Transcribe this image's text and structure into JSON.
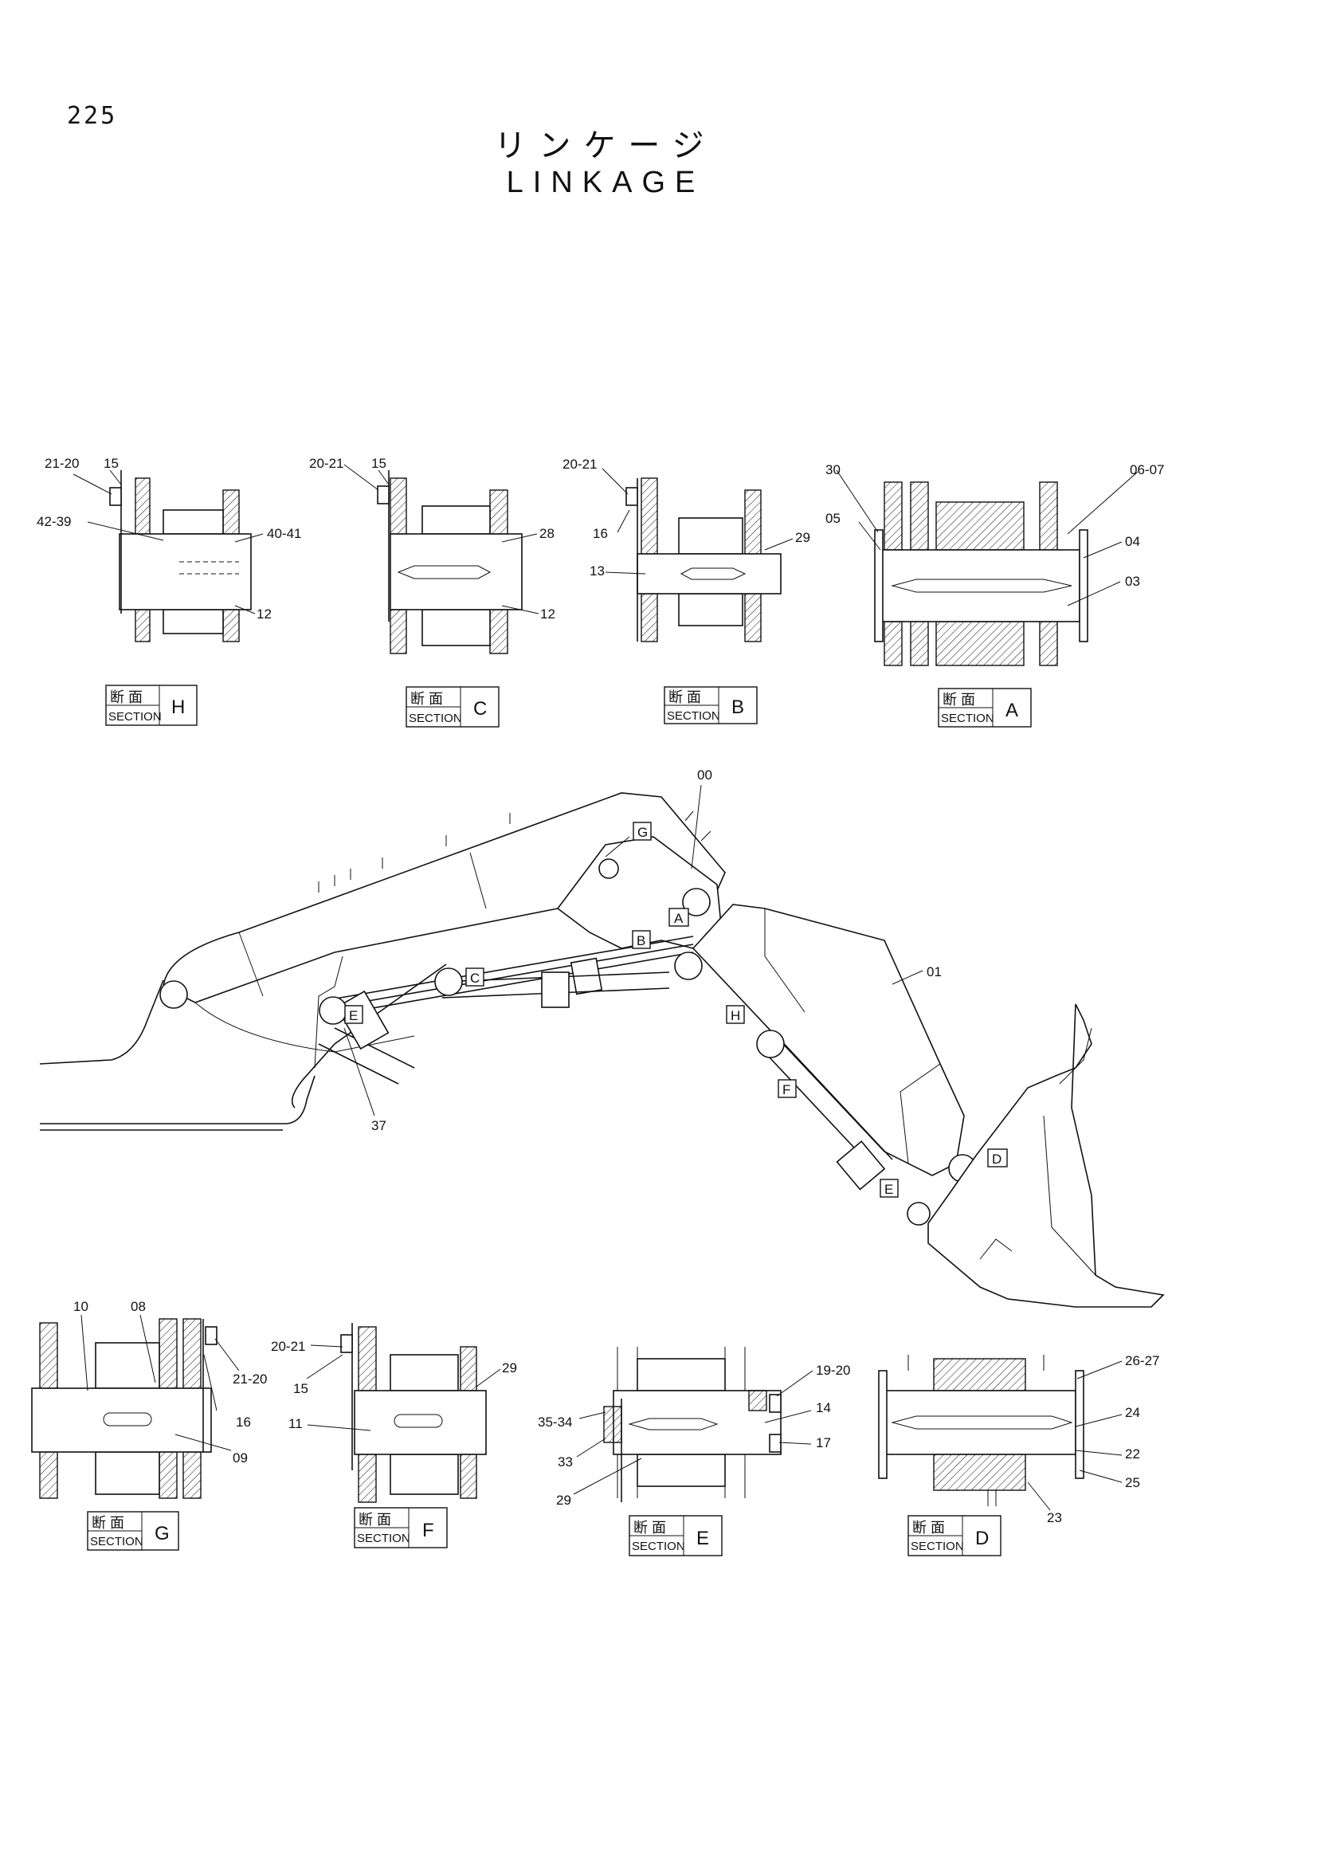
{
  "page_number": "225",
  "title_ja": "リンケージ",
  "title_en": "LINKAGE",
  "section_word_ja": "断 面",
  "section_word_en": "SECTION",
  "sections": [
    {
      "id": "H",
      "labels": [
        "21-20",
        "15",
        "42-39",
        "40-41",
        "12"
      ]
    },
    {
      "id": "C",
      "labels": [
        "20-21",
        "15",
        "28",
        "12"
      ]
    },
    {
      "id": "B",
      "labels": [
        "20-21",
        "16",
        "13",
        "29"
      ]
    },
    {
      "id": "A",
      "labels": [
        "30",
        "06-07",
        "05",
        "04",
        "03"
      ]
    },
    {
      "id": "G",
      "labels": [
        "10",
        "08",
        "21-20",
        "16",
        "09"
      ]
    },
    {
      "id": "F",
      "labels": [
        "20-21",
        "15",
        "29",
        "11"
      ]
    },
    {
      "id": "E",
      "labels": [
        "19-20",
        "14",
        "35-34",
        "17",
        "33",
        "29"
      ]
    },
    {
      "id": "D",
      "labels": [
        "26-27",
        "24",
        "22",
        "25",
        "23"
      ]
    }
  ],
  "main_labels": [
    "00",
    "01",
    "37"
  ],
  "markers": [
    "G",
    "C",
    "B",
    "A",
    "H",
    "E",
    "F",
    "D",
    "E"
  ]
}
